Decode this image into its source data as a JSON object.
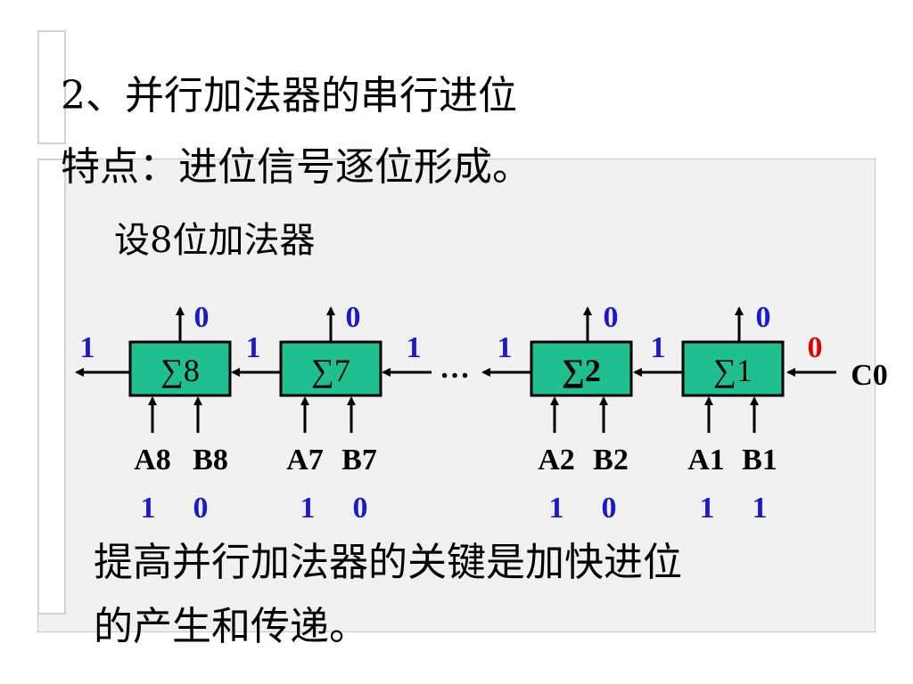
{
  "colors": {
    "box_fill": "#1fbf8f",
    "bit_blue": "#1a1acc",
    "bit_red": "#e00000",
    "panel_bg": "#f1f1f1",
    "panel_border": "#c8c8c8"
  },
  "title_line1": "2、并行加法器的串行进位",
  "title_line2": "特点：进位信号逐位形成。",
  "intro": "设8位加法器",
  "diagram": {
    "adders": [
      {
        "label": "∑8",
        "sum": "0",
        "carry_out": "1",
        "a_label": "A8",
        "b_label": "B8",
        "a_val": "1",
        "b_val": "0"
      },
      {
        "label": "∑7",
        "sum": "0",
        "carry_out": "1",
        "a_label": "A7",
        "b_label": "B7",
        "a_val": "1",
        "b_val": "0"
      },
      {
        "label": "∑2",
        "sum": "0",
        "carry_out": "1",
        "a_label": "A2",
        "b_label": "B2",
        "a_val": "1",
        "b_val": "0"
      },
      {
        "label": "∑1",
        "sum": "0",
        "carry_out": "1",
        "a_label": "A1",
        "b_label": "B1",
        "a_val": "1",
        "b_val": "1"
      }
    ],
    "carry_into_7": "1",
    "ellipsis": "…",
    "carry_in_value": "0",
    "carry_in_label": "C0"
  },
  "conclusion_line1": "提高并行加法器的关键是加快进位",
  "conclusion_line2": "的产生和传递。"
}
